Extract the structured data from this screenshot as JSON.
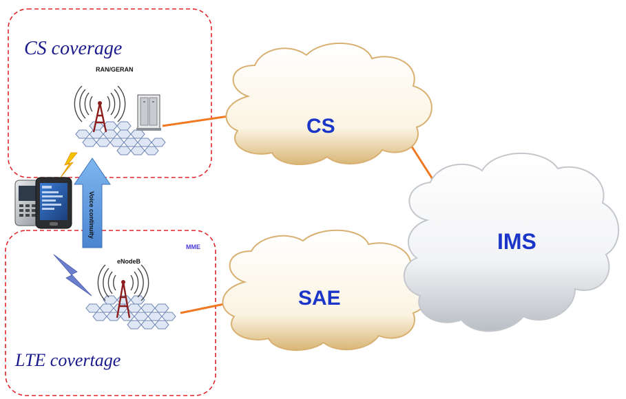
{
  "regions": {
    "cs_coverage_label": "CS coverage",
    "lte_coverage_label": "LTE covertage"
  },
  "nodes": {
    "ran_geran": "RAN/GERAN",
    "enodeb": "eNodeB",
    "mme": "MME"
  },
  "clouds": {
    "cs": "CS",
    "sae": "SAE",
    "ims": "IMS"
  },
  "arrow": {
    "voice_continuity": "Voice continuity"
  },
  "colors": {
    "dashed_border": "#e0242a",
    "link_line": "#f07820",
    "cs_cloud_fill": "#e8c98f",
    "ims_cloud_fill": "#cfd3d8",
    "cloud_text": "#1a35c8",
    "arrow_fill": "#6aa8e8"
  }
}
